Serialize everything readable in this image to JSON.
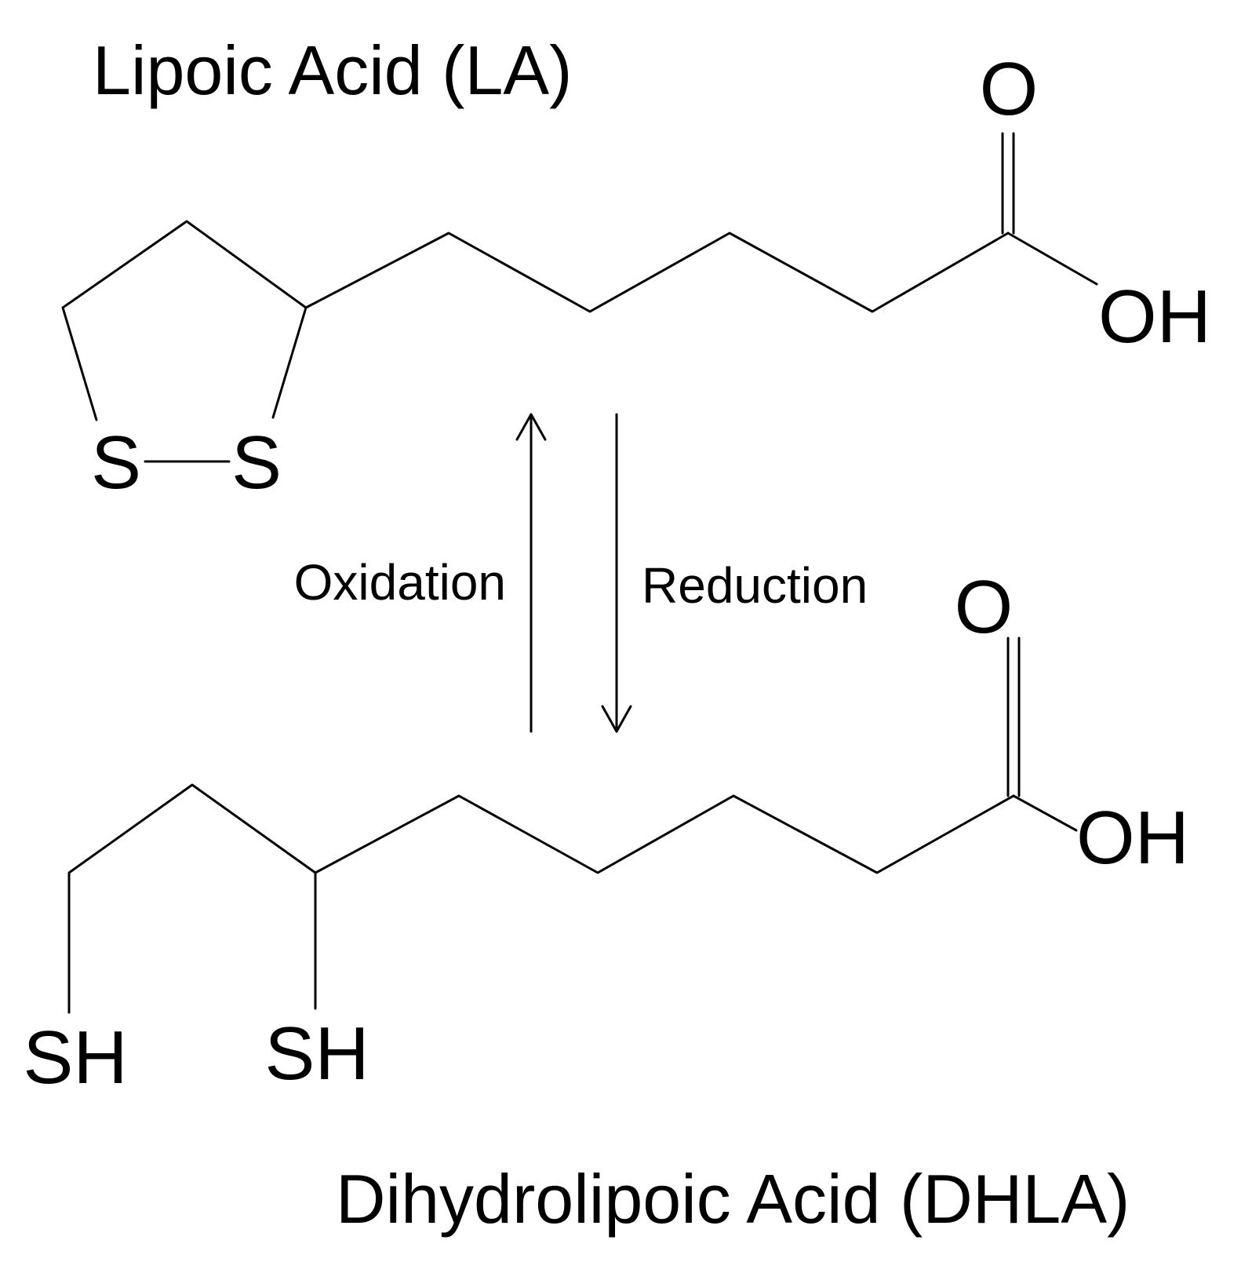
{
  "molecules": {
    "lipoic_acid": {
      "title": "Lipoic Acid (LA)",
      "atoms": {
        "carbonyl_oxygen": "O",
        "hydroxyl": "OH",
        "sulfur_left": "S",
        "sulfur_right": "S"
      }
    },
    "dihydrolipoic_acid": {
      "title": "Dihydrolipoic Acid (DHLA)",
      "atoms": {
        "carbonyl_oxygen": "O",
        "hydroxyl": "OH",
        "thiol_left": "SH",
        "thiol_right": "SH"
      }
    }
  },
  "reaction": {
    "forward_label": "Oxidation",
    "reverse_label": "Reduction"
  }
}
